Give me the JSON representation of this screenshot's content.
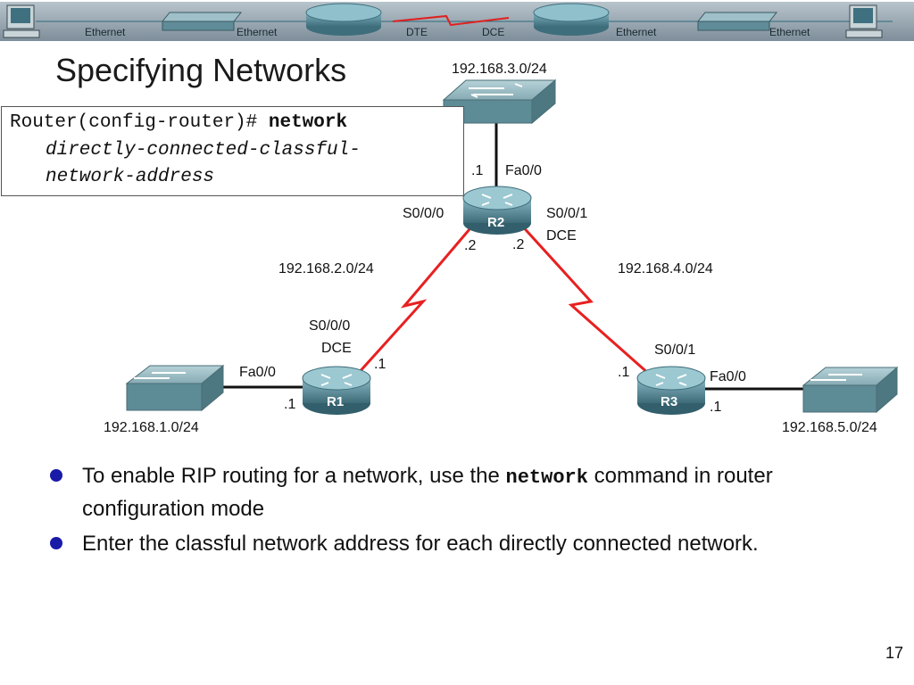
{
  "banner": {
    "labels": [
      "Ethernet",
      "Ethernet",
      "DTE",
      "DCE",
      "Ethernet",
      "Ethernet"
    ],
    "colors": {
      "bar": "#8a9aa6",
      "line": "#2e6a7a",
      "serial": "#e02020"
    }
  },
  "title": "Specifying Networks",
  "command": {
    "prompt": "Router(config-router)# ",
    "keyword": "network",
    "arg_line1": "directly-connected-classful-",
    "arg_line2": "network-address"
  },
  "topology": {
    "routers": [
      {
        "name": "R1"
      },
      {
        "name": "R2"
      },
      {
        "name": "R3"
      }
    ],
    "labels": {
      "lan_r2": "192.168.3.0/24",
      "r2_fa_ip": ".1",
      "r2_fa_if": "Fa0/0",
      "r2_s000": "S0/0/0",
      "r2_s001": "S0/0/1",
      "r2_dce": "DCE",
      "r2_left_ip": ".2",
      "r2_right_ip": ".2",
      "net_left": "192.168.2.0/24",
      "net_right": "192.168.4.0/24",
      "r1_s000": "S0/0/0",
      "r1_dce": "DCE",
      "r1_serial_ip": ".1",
      "r1_fa_if": "Fa0/0",
      "r1_fa_ip": ".1",
      "lan_r1": "192.168.1.0/24",
      "r3_s001": "S0/0/1",
      "r3_serial_ip": ".1",
      "r3_fa_if": "Fa0/0",
      "r3_fa_ip": ".1",
      "lan_r3": "192.168.5.0/24"
    },
    "colors": {
      "serial_link": "#e82020",
      "ethernet_link": "#111111",
      "router": "#4e7f8c",
      "switch": "#6f9aa6"
    }
  },
  "bullets": {
    "b1_pre": "To enable RIP routing for a network, use the ",
    "b1_kw": "network",
    "b1_post": " command in router configuration mode",
    "b2": "Enter the classful network address for each directly connected network."
  },
  "page_number": "17"
}
